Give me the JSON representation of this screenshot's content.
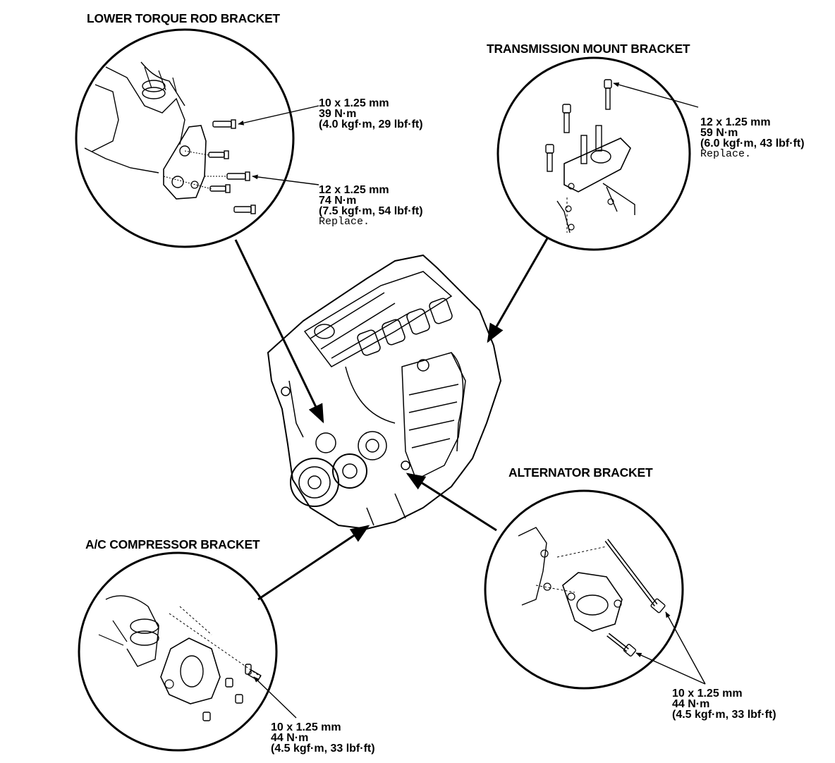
{
  "labels": {
    "lower_torque_rod": "LOWER TORQUE ROD BRACKET",
    "transmission_mount": "TRANSMISSION MOUNT BRACKET",
    "alternator": "ALTERNATOR BRACKET",
    "ac_compressor": "A/C COMPRESSOR BRACKET"
  },
  "specs": {
    "ltr_upper": {
      "size": "10 x 1.25 mm",
      "torque": "39 N·m",
      "alt": "(4.0 kgf·m, 29 lbf·ft)"
    },
    "ltr_lower": {
      "size": "12 x 1.25 mm",
      "torque": "74 N·m",
      "alt": "(7.5 kgf·m, 54 lbf·ft)",
      "note": "Replace."
    },
    "tm": {
      "size": "12 x 1.25 mm",
      "torque": "59 N·m",
      "alt": "(6.0 kgf·m, 43 lbf·ft)",
      "note": "Replace."
    },
    "alt": {
      "size": "10 x 1.25 mm",
      "torque": "44 N·m",
      "alt": "(4.5 kgf·m, 33 lbf·ft)"
    },
    "ac": {
      "size": "10 x 1.25 mm",
      "torque": "44 N·m",
      "alt": "(4.5 kgf·m, 33 lbf·ft)"
    }
  }
}
